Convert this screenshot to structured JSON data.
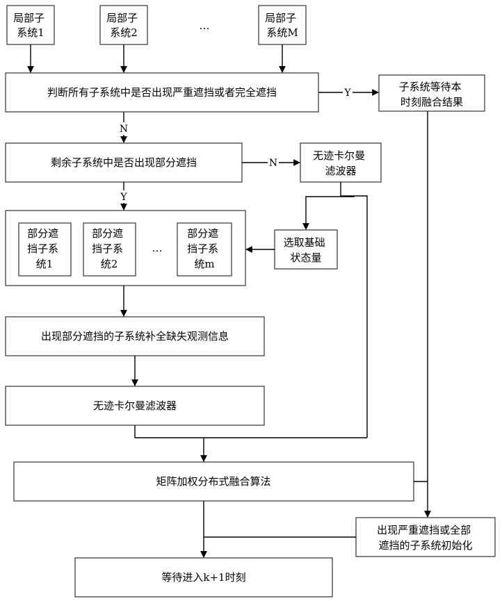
{
  "nodes": {
    "local_sub_1": [
      "局部子",
      "系统1"
    ],
    "local_sub_2": [
      "局部子",
      "系统2"
    ],
    "local_ellipsis": "…",
    "local_sub_m": [
      "局部子",
      "系统M"
    ],
    "judge_all": "判断所有子系统中是否出现严重遮挡或者完全遮挡",
    "wait_fusion": [
      "子系统等待本",
      "时刻融合结果"
    ],
    "judge_remaining": "剩余子系统中是否出现部分遮挡",
    "ukf_top": [
      "无迹卡尔曼",
      "滤波器"
    ],
    "partial_1": [
      "部分遮",
      "挡子系",
      "统1"
    ],
    "partial_2": [
      "部分遮",
      "挡子系",
      "统2"
    ],
    "partial_ellipsis": "…",
    "partial_m": [
      "部分遮",
      "挡子系",
      "统m"
    ],
    "select_base": [
      "选取基础",
      "状态量"
    ],
    "complete_obs": "出现部分遮挡的子系统补全缺失观测信息",
    "ukf_mid": "无迹卡尔曼滤波器",
    "fusion": "矩阵加权分布式融合算法",
    "reinit": [
      "出现严重遮挡或全部",
      "遮挡的子系统初始化"
    ],
    "wait_next": "等待进入k+1时刻"
  },
  "edge_labels": {
    "yes": "Y",
    "no": "N"
  }
}
